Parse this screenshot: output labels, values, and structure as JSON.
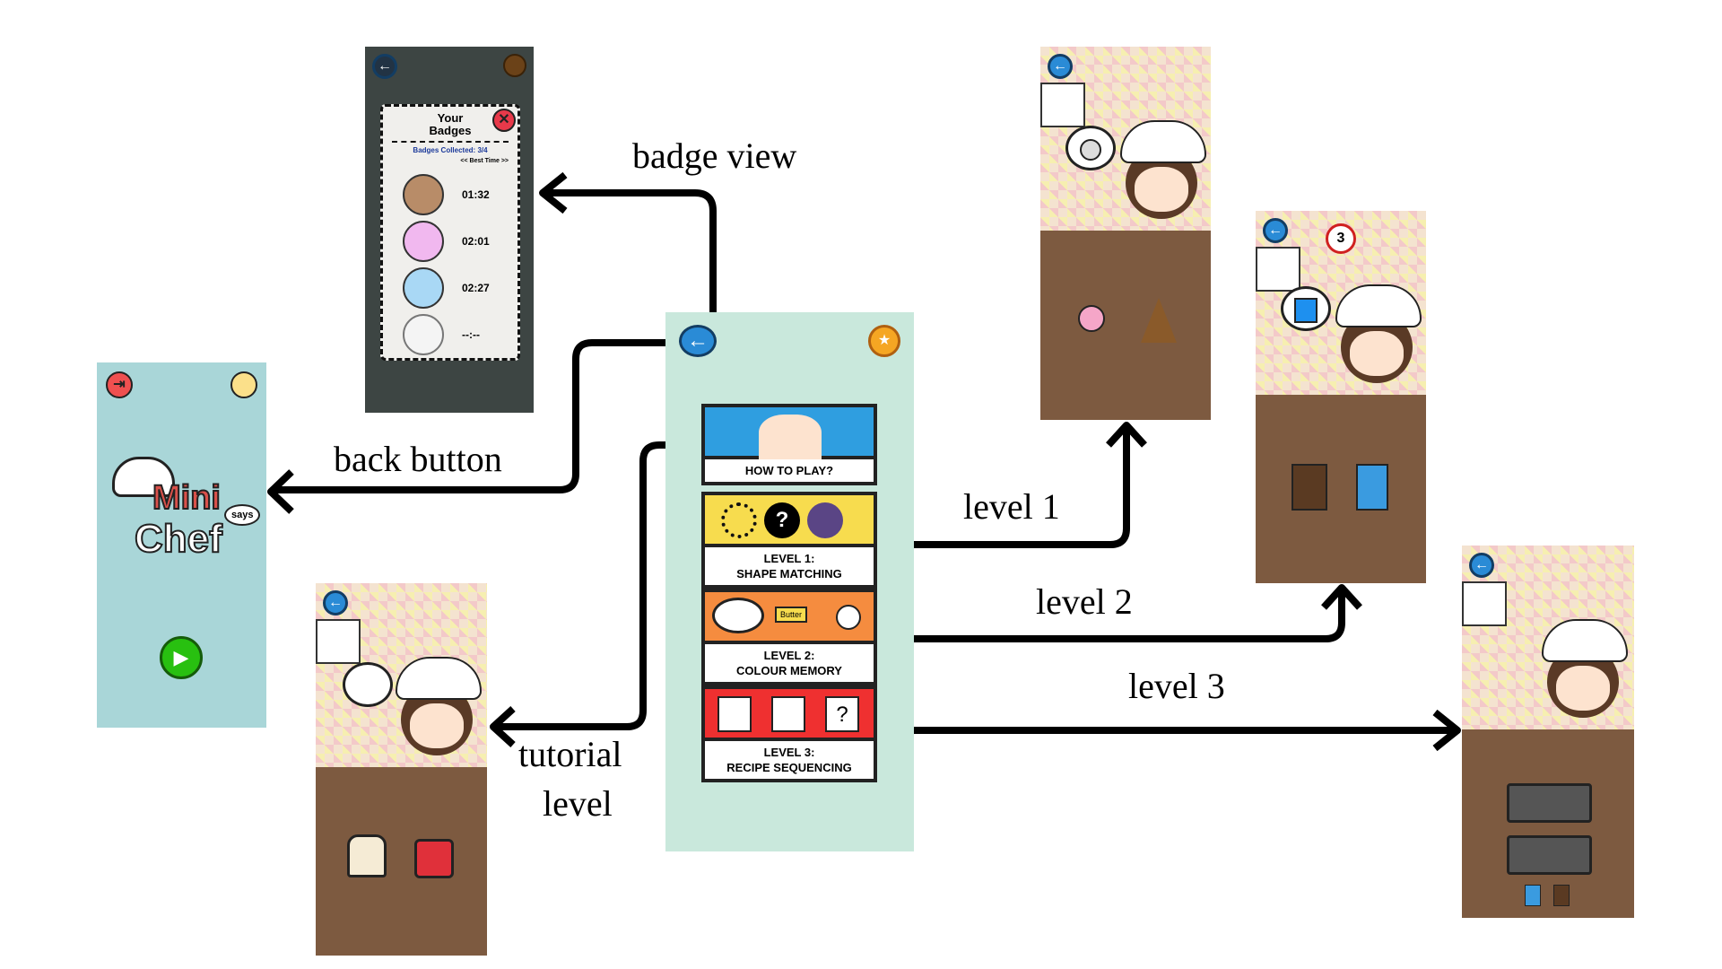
{
  "labels": {
    "badge_view": "badge view",
    "back_button": "back button",
    "level1": "level 1",
    "level2": "level 2",
    "level3": "level 3",
    "tutorial_line1": "tutorial",
    "tutorial_line2": "level"
  },
  "badges_screen": {
    "title_line1": "Your",
    "title_line2": "Badges",
    "collected": "Badges Collected: 3/4",
    "best_time": "<< Best Time >>",
    "times": [
      "01:32",
      "02:01",
      "02:27",
      "--:--"
    ],
    "close_icon": "close-icon"
  },
  "start_screen": {
    "logo_text": "Mini Chef says",
    "logo_mini": "Mini",
    "logo_chef": "Chef",
    "logo_says": "says"
  },
  "menu": {
    "items": [
      {
        "line1": "HOW TO PLAY?",
        "line2": ""
      },
      {
        "line1": "LEVEL 1:",
        "line2": "SHAPE MATCHING"
      },
      {
        "line1": "LEVEL 2:",
        "line2": "COLOUR MEMORY"
      },
      {
        "line1": "LEVEL 3:",
        "line2": "RECIPE SEQUENCING"
      }
    ],
    "butter_label": "Butter"
  },
  "level2_screen": {
    "timer": "3"
  },
  "colors": {
    "menu_bg": "#c9e8dc",
    "start_bg": "#a9d6d8",
    "badge_bg": "#3d4543",
    "counter": "#7d5a40",
    "arrow": "#000000",
    "howto": "#2f9ee0",
    "level1": "#f7dc4e",
    "level2": "#f58c3f",
    "level3": "#ef3030"
  }
}
